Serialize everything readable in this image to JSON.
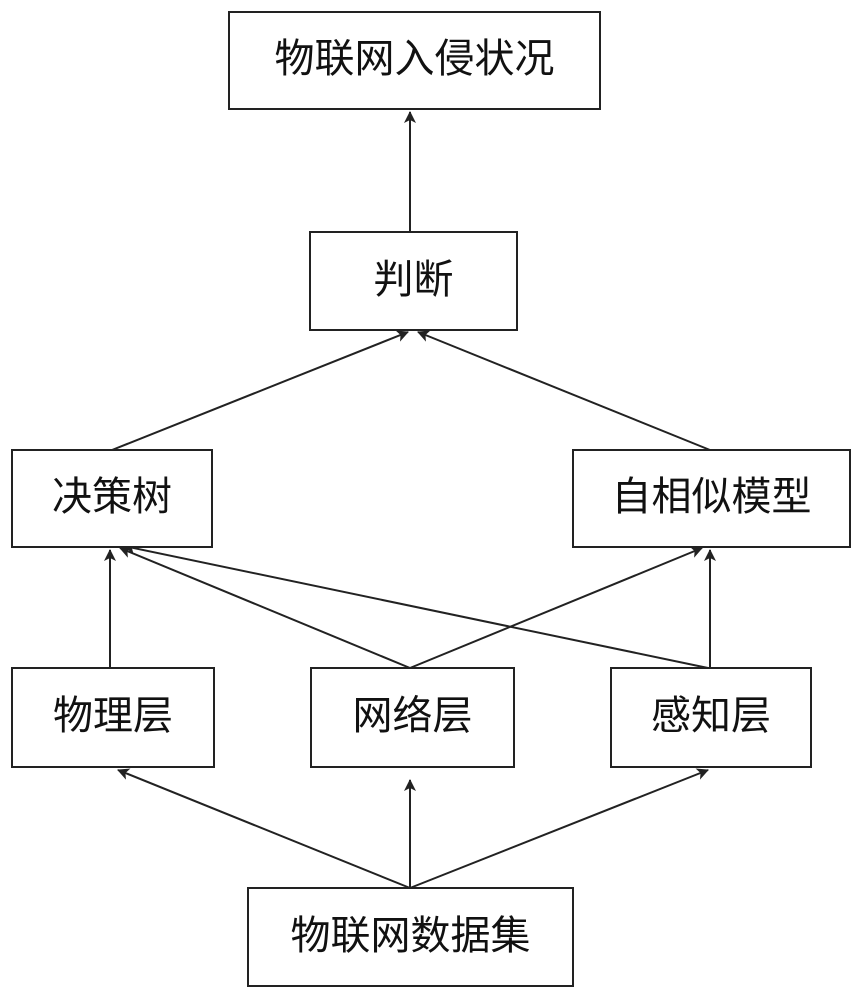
{
  "diagram": {
    "nodes": {
      "intrusion_status": "物联网入侵状况",
      "judgment": "判断",
      "decision_tree": "决策树",
      "self_similar_model": "自相似模型",
      "physical_layer": "物理层",
      "network_layer": "网络层",
      "perception_layer": "感知层",
      "iot_dataset": "物联网数据集"
    },
    "edges": [
      {
        "from": "iot_dataset",
        "to": "physical_layer"
      },
      {
        "from": "iot_dataset",
        "to": "network_layer"
      },
      {
        "from": "iot_dataset",
        "to": "perception_layer"
      },
      {
        "from": "physical_layer",
        "to": "decision_tree"
      },
      {
        "from": "network_layer",
        "to": "decision_tree"
      },
      {
        "from": "perception_layer",
        "to": "decision_tree"
      },
      {
        "from": "network_layer",
        "to": "self_similar_model"
      },
      {
        "from": "perception_layer",
        "to": "self_similar_model"
      },
      {
        "from": "decision_tree",
        "to": "judgment"
      },
      {
        "from": "self_similar_model",
        "to": "judgment"
      },
      {
        "from": "judgment",
        "to": "intrusion_status"
      }
    ]
  }
}
